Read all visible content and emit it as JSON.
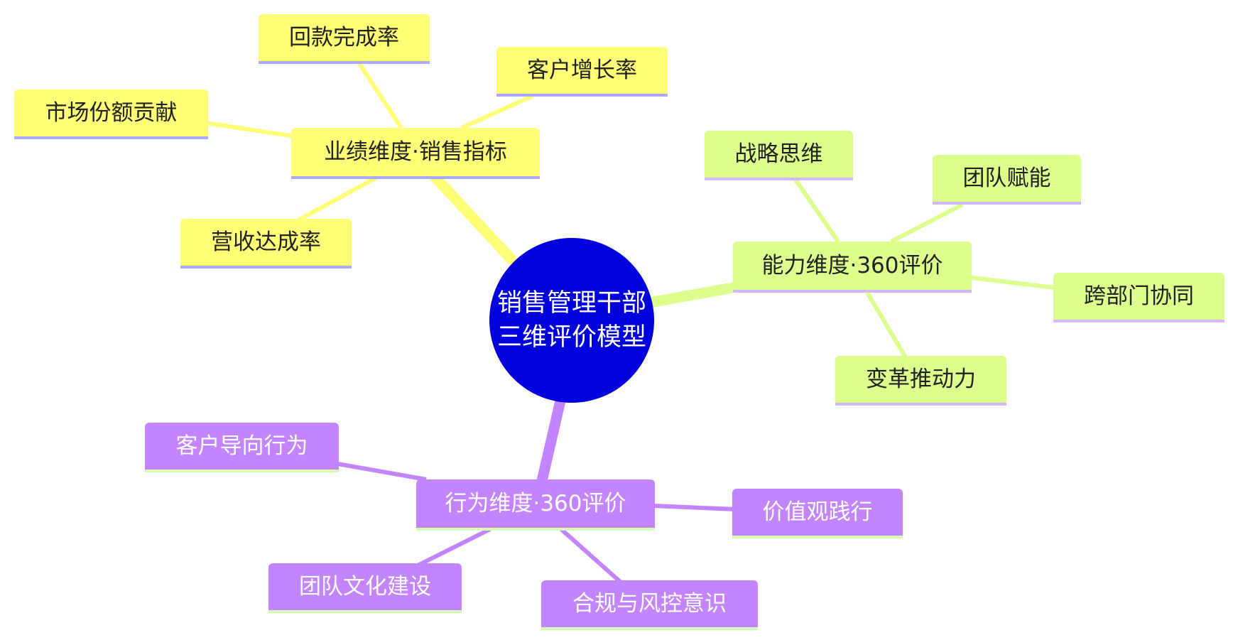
{
  "colors": {
    "root": "#0000dd",
    "performance_branch": "#ffff77",
    "capability_branch": "#dcff8e",
    "behavior_branch": "#c385ff"
  },
  "root": {
    "line1": "销售管理干部",
    "line2": "三维评价模型"
  },
  "branches": {
    "performance": {
      "label": "业绩维度·销售指标",
      "children": [
        "回款完成率",
        "客户增长率",
        "市场份额贡献",
        "营收达成率"
      ]
    },
    "capability": {
      "label": "能力维度·360评价",
      "children": [
        "战略思维",
        "团队赋能",
        "跨部门协同",
        "变革推动力"
      ]
    },
    "behavior": {
      "label": "行为维度·360评价",
      "children": [
        "客户导向行为",
        "价值观践行",
        "团队文化建设",
        "合规与风控意识"
      ]
    }
  }
}
